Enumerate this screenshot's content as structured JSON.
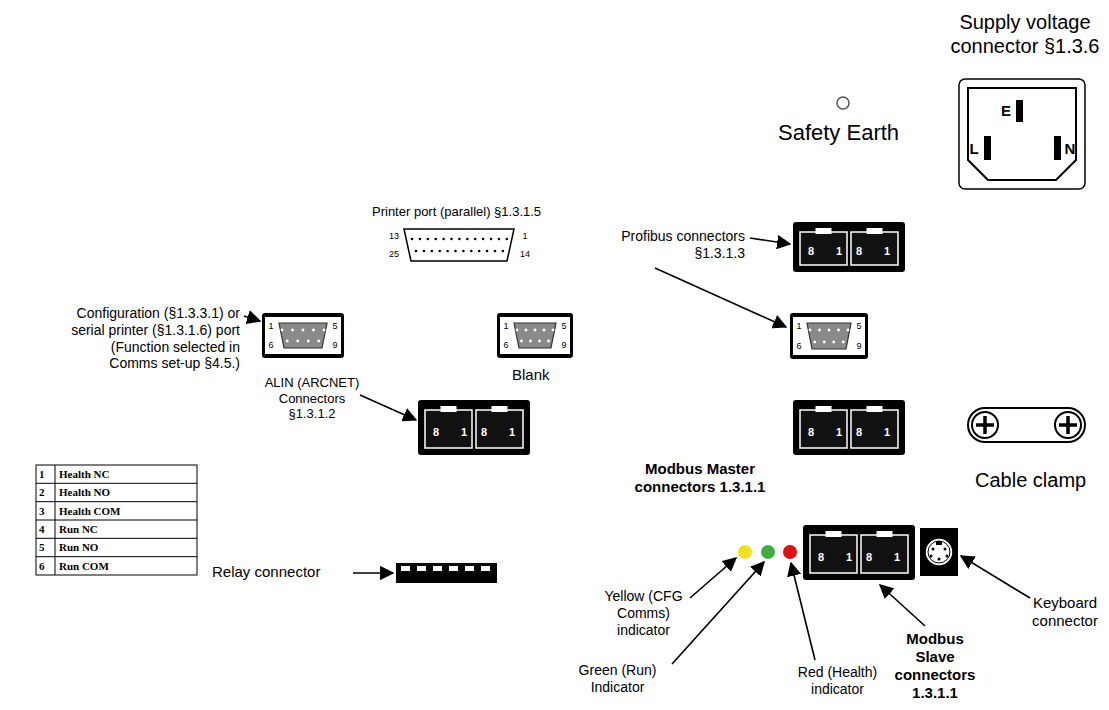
{
  "diagram": {
    "nodes": [
      {
        "text": [
          "E",
          "L",
          "N"
        ]
      },
      {
        "text": [
          "13",
          "1",
          "25",
          "14"
        ]
      },
      {
        "text": [
          "8",
          "1",
          "8",
          "1"
        ]
      },
      {
        "text": [
          "1",
          "5",
          "6",
          "9"
        ]
      },
      {
        "text": [
          "1",
          "5",
          "6",
          "9"
        ]
      },
      {
        "text": [
          "1",
          "5",
          "6",
          "9"
        ]
      },
      {
        "text": [
          "8",
          "1",
          "8",
          "1"
        ]
      },
      {
        "text": [
          "8",
          "1",
          "8",
          "1"
        ]
      },
      {
        "text": [
          "8",
          "1",
          "8",
          "1"
        ]
      }
    ],
    "labels": [
      "Supply voltage connector §1.3.6",
      "Safety Earth",
      "Printer port (parallel) §1.3.1.5",
      "Profibus connectors §1.3.1.3",
      "Configuration (§1.3.3.1) or serial printer (§1.3.1.6) port (Function selected in Comms set-up §4.5.)",
      "Blank",
      "ALIN (ARCNET) Connectors §1.3.1.2",
      "Modbus Master connectors 1.3.1.1",
      "Cable clamp",
      "1",
      "Health NC",
      "2",
      "Health NO",
      "3",
      "Health COM",
      "4",
      "Run NC",
      "5",
      "Run NO",
      "6",
      "Run COM",
      "Relay connector",
      "Yellow (CFG Comms) indicator",
      "Green (Run) Indicator",
      "Red (Health) indicator",
      "Modbus Slave connectors 1.3.1.1",
      "Keyboard connector"
    ]
  }
}
